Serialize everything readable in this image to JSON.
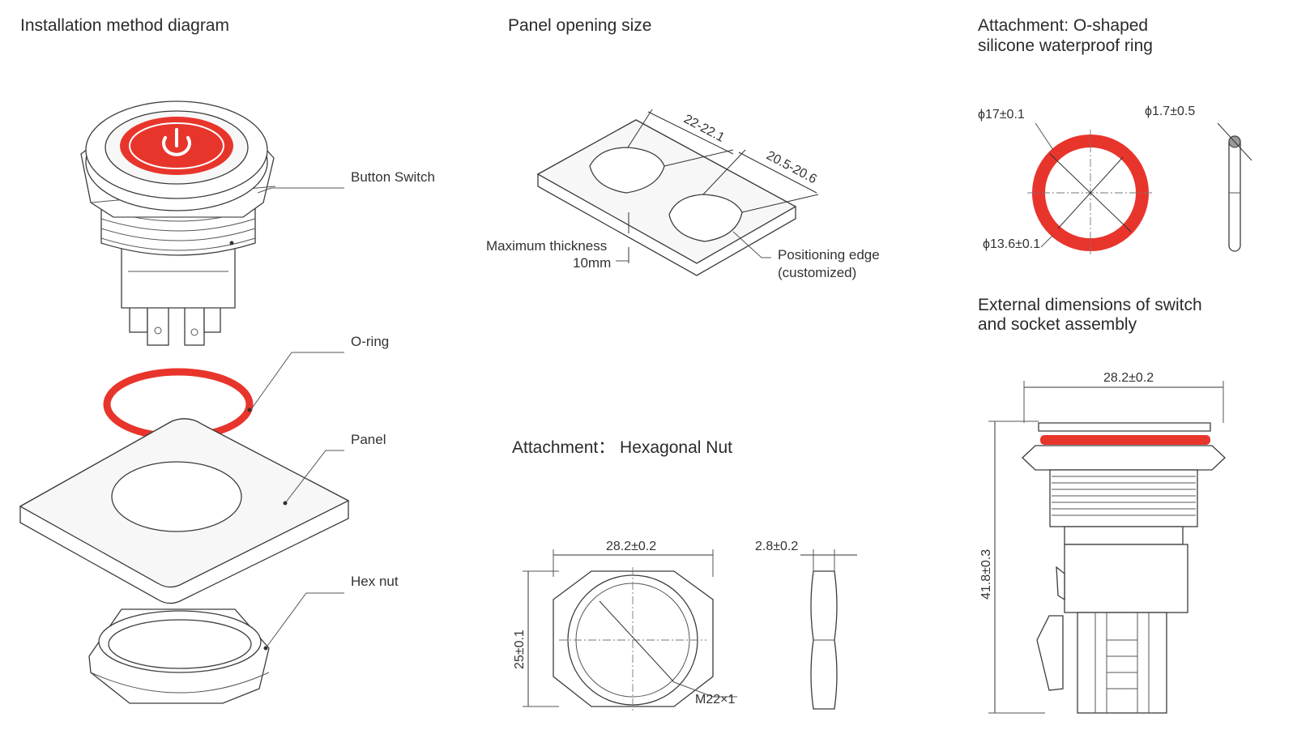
{
  "sections": {
    "installation": {
      "title": "Installation method diagram",
      "labels": {
        "button_switch": "Button Switch",
        "o_ring": "O-ring",
        "panel": "Panel",
        "hex_nut": "Hex nut"
      }
    },
    "panel_opening": {
      "title": "Panel opening size",
      "dim_a": "22-22.1",
      "dim_b": "20.5-20.6",
      "thickness_line1": "Maximum thickness",
      "thickness_line2": "10mm",
      "edge_line1": "Positioning edge",
      "edge_line2": "(customized)"
    },
    "hex_nut_attachment": {
      "title": "Attachment： Hexagonal Nut",
      "width": "28.2±0.2",
      "thickness": "2.8±0.2",
      "height": "25±0.1",
      "thread": "M22×1"
    },
    "o_ring_attachment": {
      "title_line1": "Attachment: O-shaped",
      "title_line2": "silicone waterproof ring",
      "outer_dia": "ϕ17±0.1",
      "inner_dia": "ϕ13.6±0.1",
      "cross_section": "ϕ1.7±0.5"
    },
    "external_dimensions": {
      "title_line1": "External dimensions of switch",
      "title_line2": "and socket assembly",
      "width": "28.2±0.2",
      "height": "41.8±0.3"
    }
  },
  "colors": {
    "accent": "#e8352c",
    "line": "#3c3c3c",
    "background": "#ffffff"
  },
  "icons": [
    "power-icon"
  ]
}
